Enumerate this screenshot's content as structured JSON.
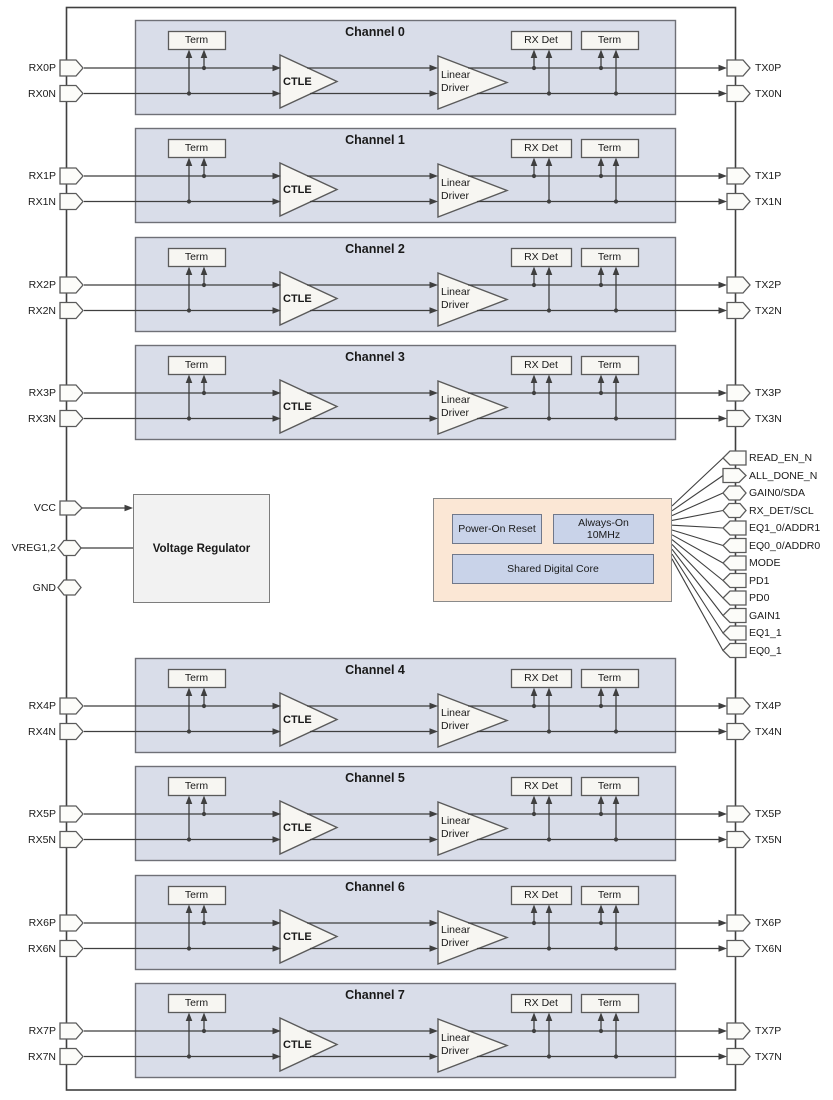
{
  "channels": [
    {
      "title": "Channel 0",
      "rx_p": "RX0P",
      "rx_n": "RX0N",
      "tx_p": "TX0P",
      "tx_n": "TX0N"
    },
    {
      "title": "Channel 1",
      "rx_p": "RX1P",
      "rx_n": "RX1N",
      "tx_p": "TX1P",
      "tx_n": "TX1N"
    },
    {
      "title": "Channel 2",
      "rx_p": "RX2P",
      "rx_n": "RX2N",
      "tx_p": "TX2P",
      "tx_n": "TX2N"
    },
    {
      "title": "Channel 3",
      "rx_p": "RX3P",
      "rx_n": "RX3N",
      "tx_p": "TX3P",
      "tx_n": "TX3N"
    },
    {
      "title": "Channel 4",
      "rx_p": "RX4P",
      "rx_n": "RX4N",
      "tx_p": "TX4P",
      "tx_n": "TX4N"
    },
    {
      "title": "Channel 5",
      "rx_p": "RX5P",
      "rx_n": "RX5N",
      "tx_p": "TX5P",
      "tx_n": "TX5N"
    },
    {
      "title": "Channel 6",
      "rx_p": "RX6P",
      "rx_n": "RX6N",
      "tx_p": "TX6P",
      "tx_n": "TX6N"
    },
    {
      "title": "Channel 7",
      "rx_p": "RX7P",
      "rx_n": "RX7N",
      "tx_p": "TX7P",
      "tx_n": "TX7N"
    }
  ],
  "channel_blocks": {
    "term_in": "Term",
    "rx_det": "RX Det",
    "term_out": "Term",
    "ctle": "CTLE",
    "linear_driver": "Linear Driver"
  },
  "power_pins": [
    {
      "label": "VCC",
      "shape": "pentagon-right"
    },
    {
      "label": "VREG1,2",
      "shape": "hexagon"
    },
    {
      "label": "GND",
      "shape": "hexagon"
    }
  ],
  "control_pins": [
    {
      "label": "READ_EN_N",
      "shape": "pentagon-left"
    },
    {
      "label": "ALL_DONE_N",
      "shape": "pentagon-right"
    },
    {
      "label": "GAIN0/SDA",
      "shape": "hexagon"
    },
    {
      "label": "RX_DET/SCL",
      "shape": "hexagon"
    },
    {
      "label": "EQ1_0/ADDR1",
      "shape": "pentagon-left"
    },
    {
      "label": "EQ0_0/ADDR0",
      "shape": "pentagon-left"
    },
    {
      "label": "MODE",
      "shape": "pentagon-left"
    },
    {
      "label": "PD1",
      "shape": "pentagon-left"
    },
    {
      "label": "PD0",
      "shape": "pentagon-left"
    },
    {
      "label": "GAIN1",
      "shape": "pentagon-left"
    },
    {
      "label": "EQ1_1",
      "shape": "pentagon-left"
    },
    {
      "label": "EQ0_1",
      "shape": "pentagon-left"
    }
  ],
  "center_blocks": {
    "voltage_regulator": "Voltage Regulator",
    "power_on_reset": "Power-On Reset",
    "always_on_10mhz": "Always-On 10MHz",
    "shared_digital_core": "Shared Digital Core"
  },
  "colors": {
    "channel_fill": "#d9dde9",
    "channel_border": "#6f7077",
    "block_fill": "#f7f6f2",
    "block_border": "#5a5a5a",
    "digital_fill": "#fbe7d5",
    "digital_border": "#8a8a8a",
    "core_fill": "#c9d3e9",
    "regulator_fill": "#f2f2f2",
    "wire": "#3f3f3f",
    "pin_fill": "#fcfcf9",
    "text": "#1a1a1a"
  }
}
